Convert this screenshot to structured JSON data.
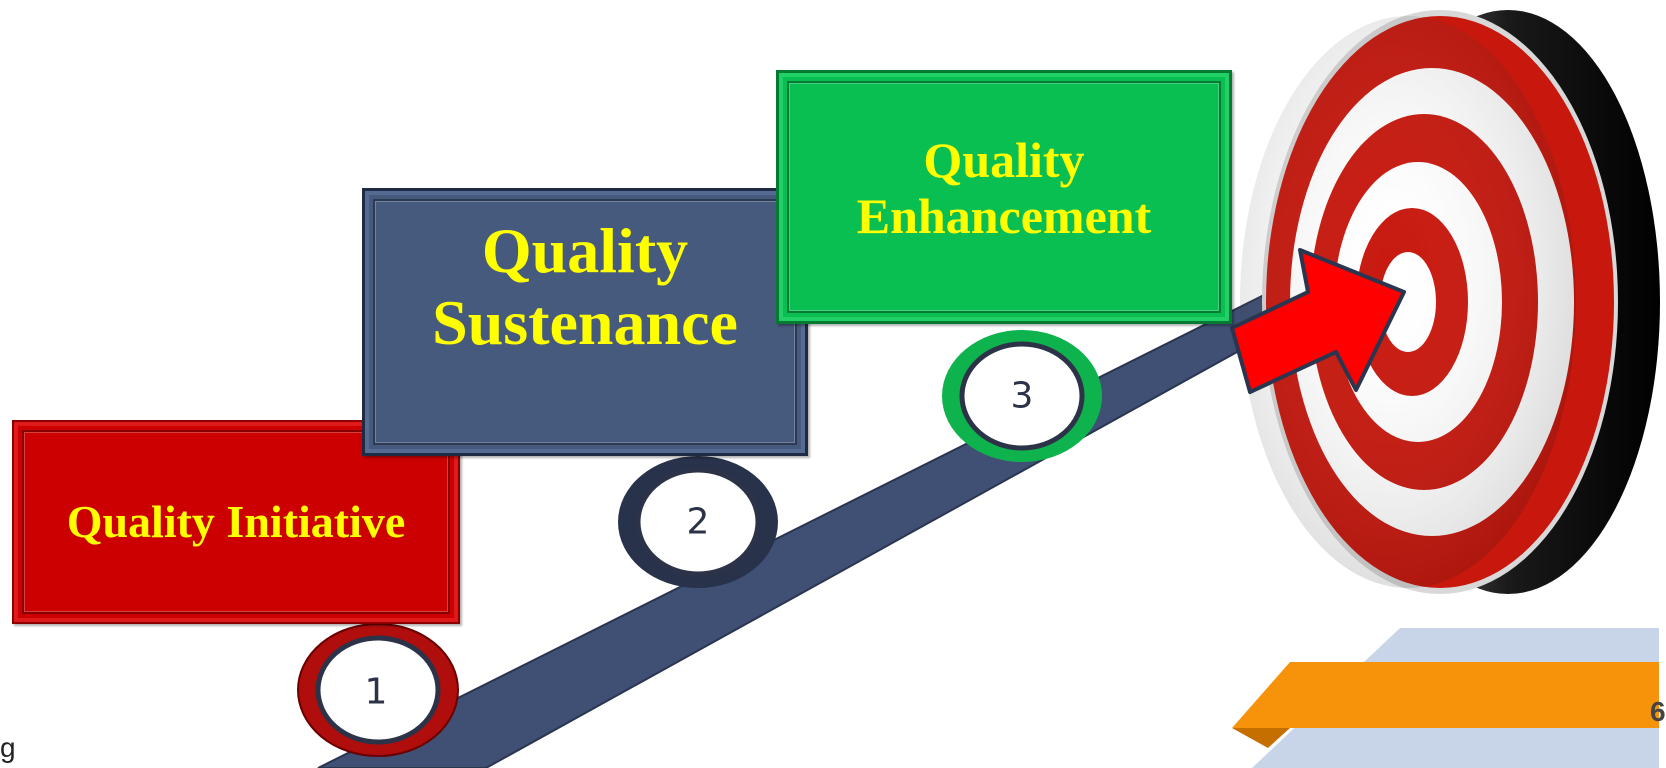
{
  "steps": [
    {
      "number": "1",
      "label": "Quality Initiative",
      "color": "#cc0000"
    },
    {
      "number": "2",
      "label": "Quality Sustenance",
      "color": "#465a7d"
    },
    {
      "number": "3",
      "label": "Quality Enhancement",
      "color": "#0abf52"
    }
  ],
  "step2_lines": [
    "Quality",
    "Sustenance"
  ],
  "step3_lines": [
    "Quality",
    "Enhancement"
  ],
  "page_number": "6",
  "footnote": "g",
  "icons": {
    "target": "bullseye-target-icon",
    "arrow": "red-arrow-icon",
    "ramp": "rising-path"
  },
  "colors": {
    "ramp": "#3f5074",
    "arrow": "#ff0000",
    "target_red": "#c8180e",
    "banner_orange": "#f7930a",
    "banner_blue": "#c8d4e8",
    "text_yellow": "#ffff00"
  }
}
